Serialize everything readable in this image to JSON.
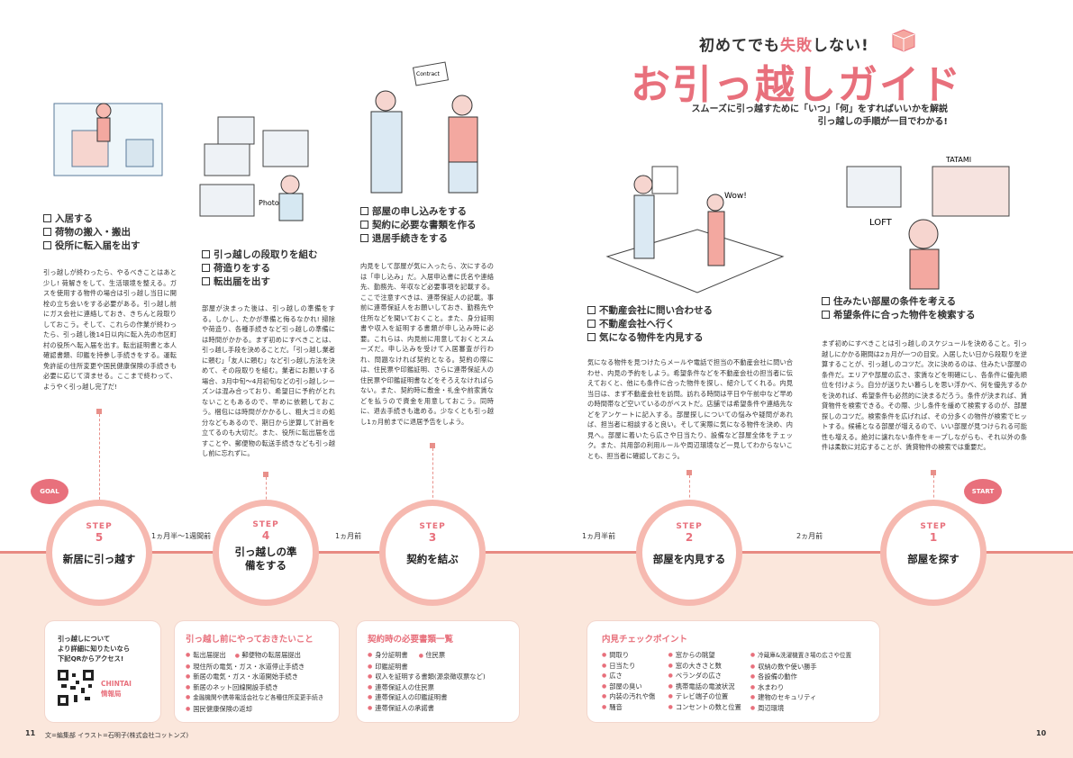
{
  "header": {
    "subtitle_a": "初めてでも",
    "subtitle_b": "失敗",
    "subtitle_c": "しない!",
    "title": "お引っ越しガイド",
    "lead_1": "スムーズに引っ越すために「いつ」「何」をすればいいかを解説",
    "lead_2": "引っ越しの手順が一目でわかる!"
  },
  "steps": [
    {
      "step_label": "STEP",
      "num": "5",
      "name": "新居に引っ越す",
      "tag": "GOAL",
      "checks": [
        "入居する",
        "荷物の搬入・搬出",
        "役所に転入届を出す"
      ],
      "text": "引っ越しが終わったら、やるべきことはあと少し! 荷解きをして、生活環境を整える。ガスを使用する物件の場合は引っ越し当日に開栓の立ち会いをする必要がある。引っ越し前にガス会社に連絡しておき、きちんと段取りしておこう。そして、これらの作業が終わったら、引っ越し後14日以内に転入先の市区町村の役所へ転入届を出す。転出証明書と本人確認書類、印鑑を持参し手続きをする。運転免許証の住所変更や国民健康保険の手続きも必要に応じて済ませる。ここまで終わって、ようやく引っ越し完了だ!"
    },
    {
      "step_label": "STEP",
      "num": "4",
      "name": "引っ越しの準備をする",
      "checks": [
        "引っ越しの段取りを組む",
        "荷造りをする",
        "転出届を出す"
      ],
      "text": "部屋が決まった後は、引っ越しの準備をする。しかし、たかが準備と侮るなかれ! 掃除や荷造り、各種手続きなど引っ越しの準備には時間がかかる。まず初めにすべきことは、引っ越し手段を決めることだ。「引っ越し業者に頼む」「友人に頼む」など引っ越し方法を決めて、その段取りを組む。業者にお願いする場合、3月中旬〜4月初旬などの引っ越しシーズンは混み合っており、希望日に予約がとれないこともあるので、早めに依頼しておこう。梱包には時間がかかるし、粗大ゴミの処分などもあるので、期日から逆算して計画を立てるのも大切だ。また、役所に転出届を出すことや、郵便物の転送手続きなども引っ越し前に忘れずに。"
    },
    {
      "step_label": "STEP",
      "num": "3",
      "name": "契約を結ぶ",
      "checks": [
        "部屋の申し込みをする",
        "契約に必要な書類を作る",
        "退居手続きをする"
      ],
      "text": "内見をして部屋が気に入ったら、次にするのは「申し込み」だ。入居申込書に氏名や連絡先、勤務先、年収など必要事項を記載する。ここで注意すべきは、連帯保証人の記載。事前に連帯保証人をお願いしておき、勤務先や住所などを聞いておくこと。また、身分証明書や収入を証明する書類が申し込み時に必要。これらは、内見前に用意しておくとスムーズだ。申し込みを受けて入居審査が行われ、問題なければ契約となる。契約の際には、住民票や印鑑証明、さらに連帯保証人の住民票や印鑑証明書などをそろえなければらない。また、契約時に敷金・礼金や前家賃などを払うので資金を用意しておこう。同時に、退去手続きも進める。少なくとも引っ越し1ヵ月前までに退居予告をしよう。"
    },
    {
      "step_label": "STEP",
      "num": "2",
      "name": "部屋を内見する",
      "checks": [
        "不動産会社に問い合わせる",
        "不動産会社へ行く",
        "気になる物件を内見する"
      ],
      "text": "気になる物件を見つけたらメールや電話で担当の不動産会社に問い合わせ、内見の予約をしよう。希望条件などを不動産会社の担当者に伝えておくと、他にも条件に合った物件を探し、紹介してくれる。内見当日は、まず不動産会社を訪問。訪れる時間は平日や午前中など早めの時間帯など空いているのがベストだ。店舗では希望条件や連絡先などをアンケートに記入する。部屋探しについての悩みや疑問があれば、担当者に相談すると良い。そして実際に気になる物件を決め、内見へ。部屋に着いたら広さや日当たり、設備など部屋全体をチェック。また、共用部の利用ルールや周辺環境など一見してわからないことも、担当者に確認しておこう。"
    },
    {
      "step_label": "STEP",
      "num": "1",
      "name": "部屋を探す",
      "tag": "START",
      "checks": [
        "住みたい部屋の条件を考える",
        "希望条件に合った物件を検索する"
      ],
      "text": "まず初めにすべきことは引っ越しのスケジュールを決めること。引っ越しにかかる期間は2ヵ月が一つの目安。入居したい日から段取りを逆算することが、引っ越しのコツだ。次に決めるのは、住みたい部屋の条件だ。エリアや部屋の広さ、家賃などを明確にし、各条件に優先順位を付けよう。自分が送りたい暮らしを思い浮かべ、何を優先するかを決めれば、希望条件も必然的に決まるだろう。条件が決まれば、賃貸物件を検索できる。その際、少し条件を緩めて検索するのが、部屋探しのコツだ。検索条件を広げれば、その分多くの物件が検索でヒットする。候補となる部屋が増えるので、いい部屋が見つけられる可能性も増える。絶対に譲れない条件をキープしながらも、それ以外の条件は柔軟に対応することが、賃貸物件の検索では重要だ。"
    }
  ],
  "durations": [
    "1ヵ月半〜1週間前",
    "1ヵ月前",
    "1ヵ月半前",
    "2ヵ月前"
  ],
  "info_box": {
    "line1": "引っ越しについて",
    "line2": "より詳細に知りたいなら",
    "line3": "下記QRからアクセス!",
    "brand": "CHINTAI",
    "brand2": "情報局"
  },
  "card_prep": {
    "title": "引っ越し前にやっておきたいこと",
    "items": [
      "転出届提出",
      "郵便物の転居届提出",
      "現住所の電気・ガス・水道停止手続き",
      "新居の電気・ガス・水道開始手続き",
      "新居のネット回線開設手続き",
      "金融機関や携帯電話会社など各種住所変更手続き",
      "国民健康保険の返却"
    ]
  },
  "card_docs": {
    "title": "契約時の必要書類一覧",
    "items": [
      "身分証明書",
      "住民票",
      "印鑑証明書",
      "収入を証明する書類(源泉徴収票など)",
      "連帯保証人の住民票",
      "連帯保証人の印鑑証明書",
      "連帯保証人の承諾書"
    ]
  },
  "card_check": {
    "title": "内見チェックポイント",
    "col1": [
      "間取り",
      "日当たり",
      "広さ",
      "部屋の臭い",
      "内装の汚れや傷",
      "騒音"
    ],
    "col2": [
      "窓からの眺望",
      "窓の大きさと数",
      "ベランダの広さ",
      "携帯電話の電波状況",
      "テレビ端子の位置",
      "コンセントの数と位置"
    ],
    "col3": [
      "冷蔵庫&洗濯機置き場の広さや位置",
      "収納の数や使い勝手",
      "各設備の動作",
      "水まわり",
      "建物のセキュリティ",
      "周辺環境"
    ]
  },
  "footer": {
    "page_left": "11",
    "page_right": "10",
    "credit": "文=編集部 イラスト=石明子(株式会社コットンズ)"
  },
  "illustration_labels": {
    "contract": "Contract",
    "photo": "Photo",
    "wow": "Wow!",
    "tatami": "TATAMI",
    "loft": "LOFT"
  },
  "colors": {
    "accent": "#e8707c",
    "band": "#fbe7dc",
    "ring": "#f6b9b0"
  }
}
